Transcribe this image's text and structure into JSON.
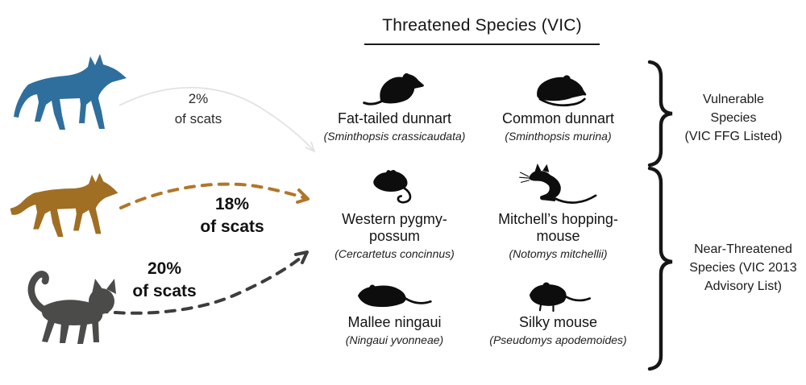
{
  "title": "Threatened Species (VIC)",
  "predators": [
    {
      "icon": "dingo-silhouette",
      "color": "#2f6f9d",
      "percent": "2%",
      "unit": "of scats",
      "arrow_color": "#e2e2e2",
      "arrow_style": "solid-faint"
    },
    {
      "icon": "fox-silhouette",
      "color": "#a06f24",
      "percent": "18%",
      "unit": "of scats",
      "arrow_color": "#b1762b",
      "arrow_style": "dashed"
    },
    {
      "icon": "cat-silhouette",
      "color": "#4b4b49",
      "percent": "20%",
      "unit": "of scats",
      "arrow_color": "#3d3d3d",
      "arrow_style": "dashed"
    }
  ],
  "species": [
    {
      "icon": "fat-tailed-dunnart-icon",
      "common": "Fat-tailed dunnart",
      "latin": "(Sminthopsis crassicaudata)"
    },
    {
      "icon": "common-dunnart-icon",
      "common": "Common dunnart",
      "latin": "(Sminthopsis murina)"
    },
    {
      "icon": "western-pygmy-possum-icon",
      "common": "Western pygmy-possum",
      "latin": "(Cercartetus concinnus)"
    },
    {
      "icon": "mitchells-hopping-mouse-icon",
      "common": "Mitchell’s hopping-mouse",
      "latin": "(Notomys mitchellii)"
    },
    {
      "icon": "mallee-ningaui-icon",
      "common": "Mallee ningaui",
      "latin": "(Ningaui yvonneae)"
    },
    {
      "icon": "silky-mouse-icon",
      "common": "Silky mouse",
      "latin": "(Pseudomys apodemoides)"
    }
  ],
  "groups": [
    {
      "label": "Vulnerable Species (VIC FFG Listed)",
      "lines": [
        "Vulnerable",
        "Species",
        "(VIC FFG Listed)"
      ]
    },
    {
      "label": "Near-Threatened Species (VIC 2013 Advisory List)",
      "lines": [
        "Near-Threatened",
        "Species (VIC 2013",
        "Advisory List)"
      ]
    }
  ]
}
